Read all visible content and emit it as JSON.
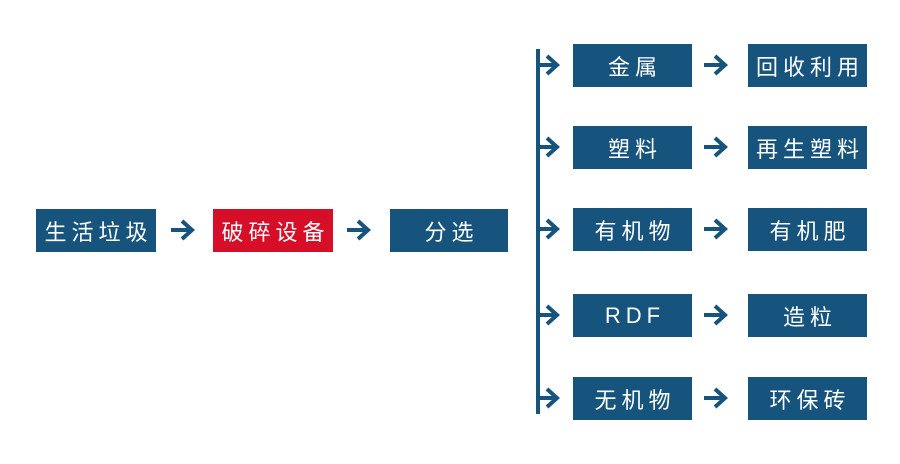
{
  "palette": {
    "blue": "#16537d",
    "red": "#d60e28",
    "text": "#ffffff",
    "background": "#ffffff"
  },
  "diagram": {
    "type": "flowchart",
    "main_flow": [
      {
        "label": "生活垃圾",
        "variant": "blue"
      },
      {
        "label": "破碎设备",
        "variant": "red"
      },
      {
        "label": "分选",
        "variant": "blue"
      }
    ],
    "branches": [
      {
        "source": "金属",
        "result": "回收利用"
      },
      {
        "source": "塑料",
        "result": "再生塑料"
      },
      {
        "source": "有机物",
        "result": "有机肥"
      },
      {
        "source": "RDF",
        "result": "造粒"
      },
      {
        "source": "无机物",
        "result": "环保砖"
      }
    ],
    "icons": {
      "arrow_right": "→"
    }
  }
}
